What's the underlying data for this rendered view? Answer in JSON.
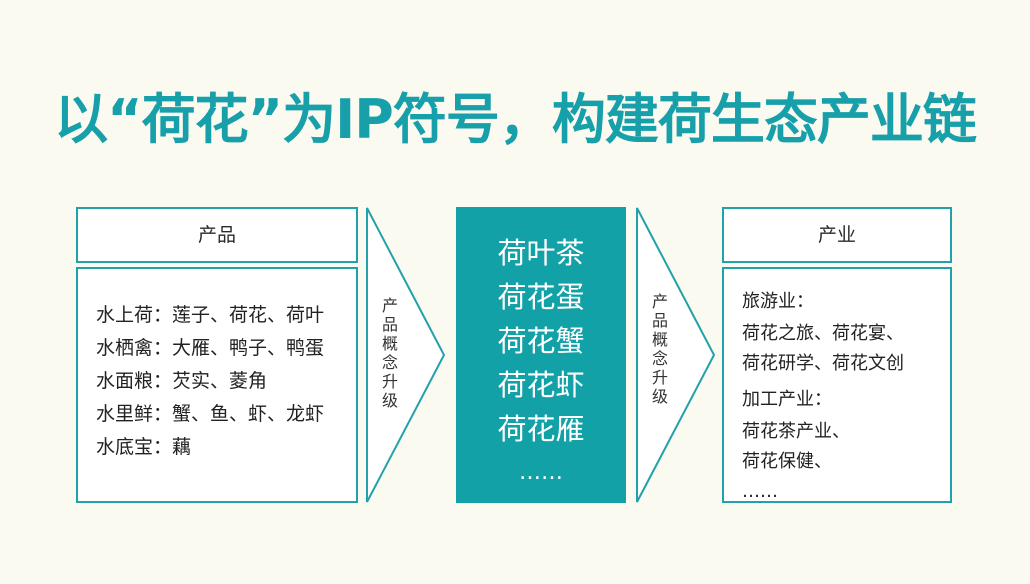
{
  "title": "以“荷花”为IP符号，构建荷生态产业链",
  "left": {
    "header": "产品",
    "items": [
      "水上荷：莲子、荷花、荷叶",
      "水栖禽：大雁、鸭子、鸭蛋",
      "水面粮：芡实、菱角",
      "水里鲜：蟹、鱼、虾、龙虾",
      "水底宝：藕"
    ]
  },
  "arrow1_text": "产品概念升级",
  "center": {
    "items": [
      "荷叶茶",
      "荷花蛋",
      "荷花蟹",
      "荷花虾",
      "荷花雁",
      "……"
    ]
  },
  "arrow2_text": "产品概念升级",
  "right": {
    "header": "产业",
    "cat1": "旅游业：",
    "cat1_lines": [
      "荷花之旅、荷花宴、",
      "荷花研学、荷花文创"
    ],
    "cat2": "加工产业：",
    "cat2_lines": [
      "荷花茶产业、",
      "荷花保健、",
      "……"
    ]
  },
  "colors": {
    "accent": "#17a0aa",
    "background": "#fbfaf1"
  }
}
